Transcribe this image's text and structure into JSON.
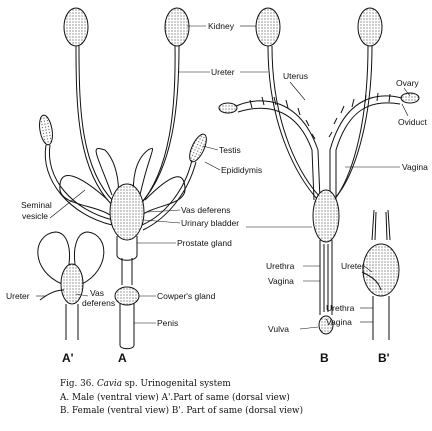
{
  "labels": {
    "kidney": "Kidney",
    "ureter_top": "Ureter",
    "uterus": "Uterus",
    "ovary": "Ovary",
    "oviduct": "Oviduct",
    "vagina_b": "Vagina",
    "testis": "Testis",
    "epididymis": "Epididymis",
    "seminal_vesicle_1": "Seminal",
    "seminal_vesicle_2": "vesicle",
    "vas_deferens": "Vas deferens",
    "urinary_bladder": "Urinary bladder",
    "prostate_gland": "Prostate gland",
    "urethra_b": "Urethra",
    "vagina_b2": "Vagina",
    "ureter_bprime": "Ureter",
    "ureter_aprime": "Ureter",
    "vas_aprime_1": "Vas",
    "vas_aprime_2": "deferens",
    "cowpers_gland": "Cowper's gland",
    "penis": "Penis",
    "urethra_bprime": "Urethra",
    "vagina_bprime": "Vagina",
    "vulva": "Vulva"
  },
  "panel_letters": {
    "a_prime": "A'",
    "a": "A",
    "b": "B",
    "b_prime": "B'"
  },
  "caption": {
    "fig": "Fig. 36.",
    "genus": "Cavia",
    "rest": " sp. Urinogenital system",
    "line1": "A.  Male (ventral view)    A'.Part of same (dorsal view)",
    "line2": "B.  Female (ventral view)   B'.  Part of same (dorsal view)"
  }
}
